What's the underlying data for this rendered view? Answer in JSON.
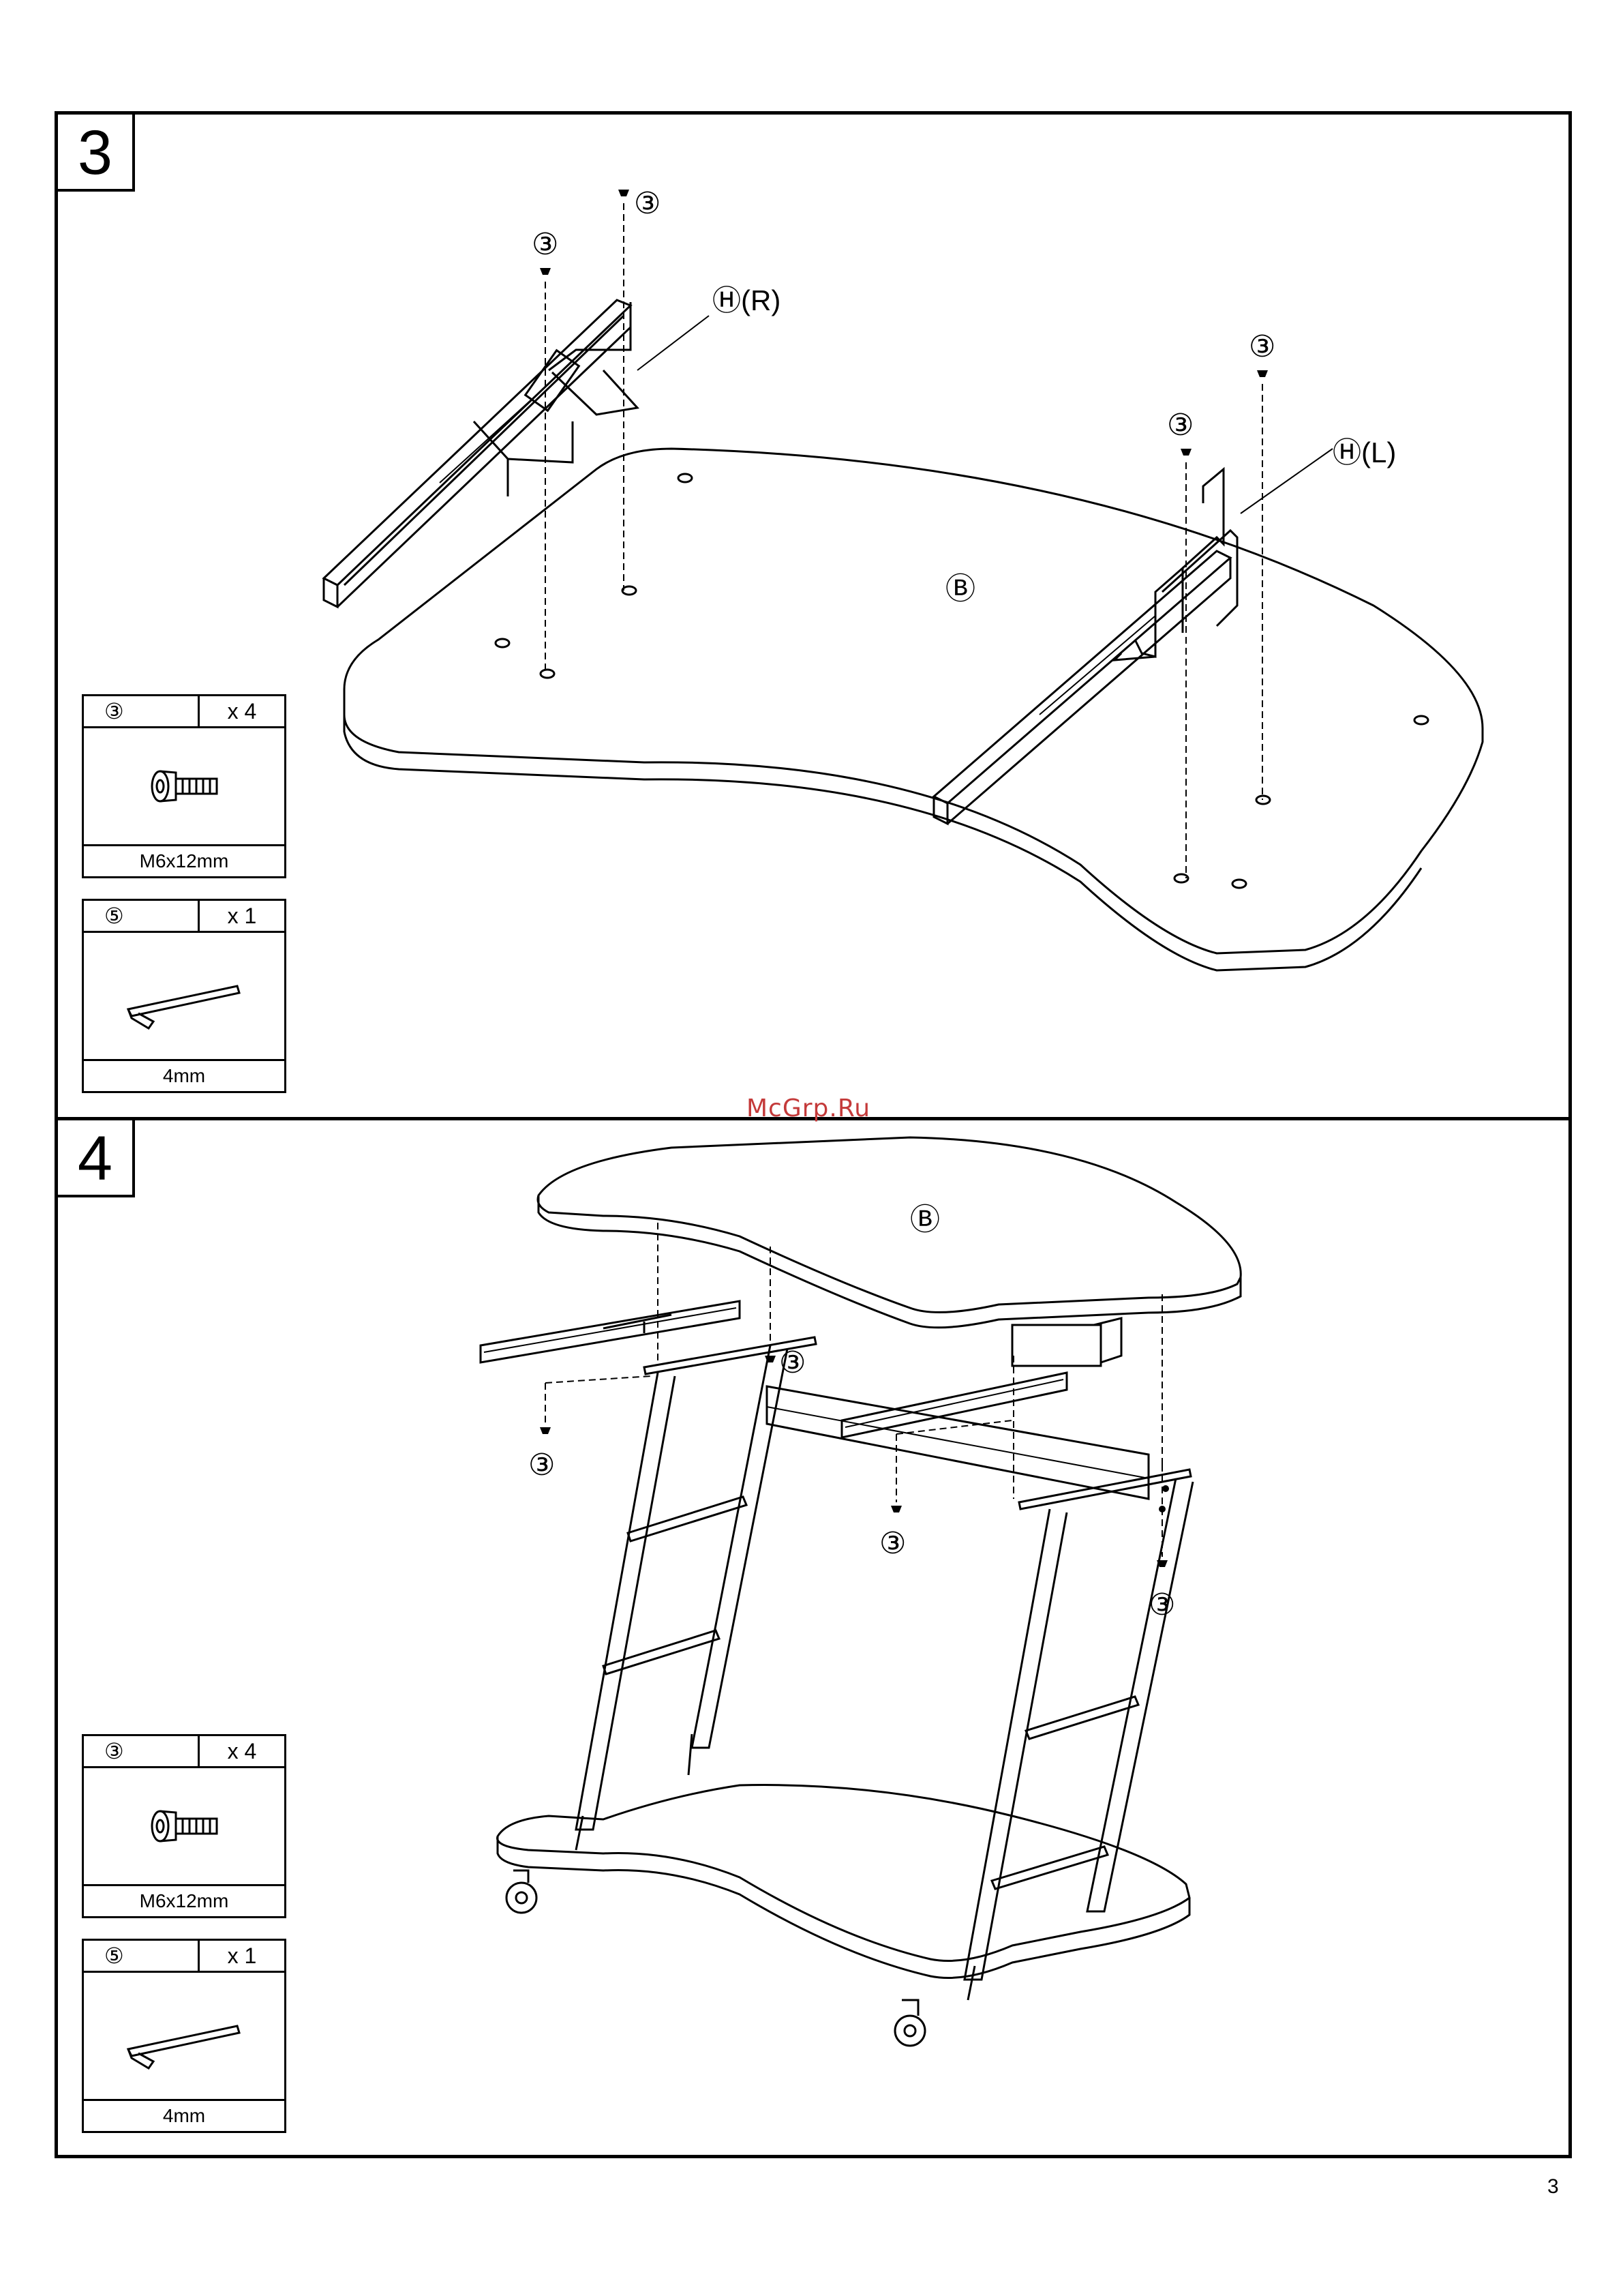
{
  "watermark": "McGrp.Ru",
  "page_number": "3",
  "steps": [
    {
      "number": "3",
      "labels": {
        "b": "Ⓑ",
        "h_r": "Ⓗ(R)",
        "h_l": "Ⓗ(L)",
        "screw": "③"
      },
      "parts": [
        {
          "id": "③",
          "qty": "x 4",
          "size": "M6x12mm",
          "icon": "bolt-icon"
        },
        {
          "id": "⑤",
          "qty": "x 1",
          "size": "4mm",
          "icon": "allen-key-icon"
        }
      ]
    },
    {
      "number": "4",
      "labels": {
        "b": "Ⓑ",
        "screw": "③"
      },
      "parts": [
        {
          "id": "③",
          "qty": "x 4",
          "size": "M6x12mm",
          "icon": "bolt-icon"
        },
        {
          "id": "⑤",
          "qty": "x 1",
          "size": "4mm",
          "icon": "allen-key-icon"
        }
      ]
    }
  ]
}
